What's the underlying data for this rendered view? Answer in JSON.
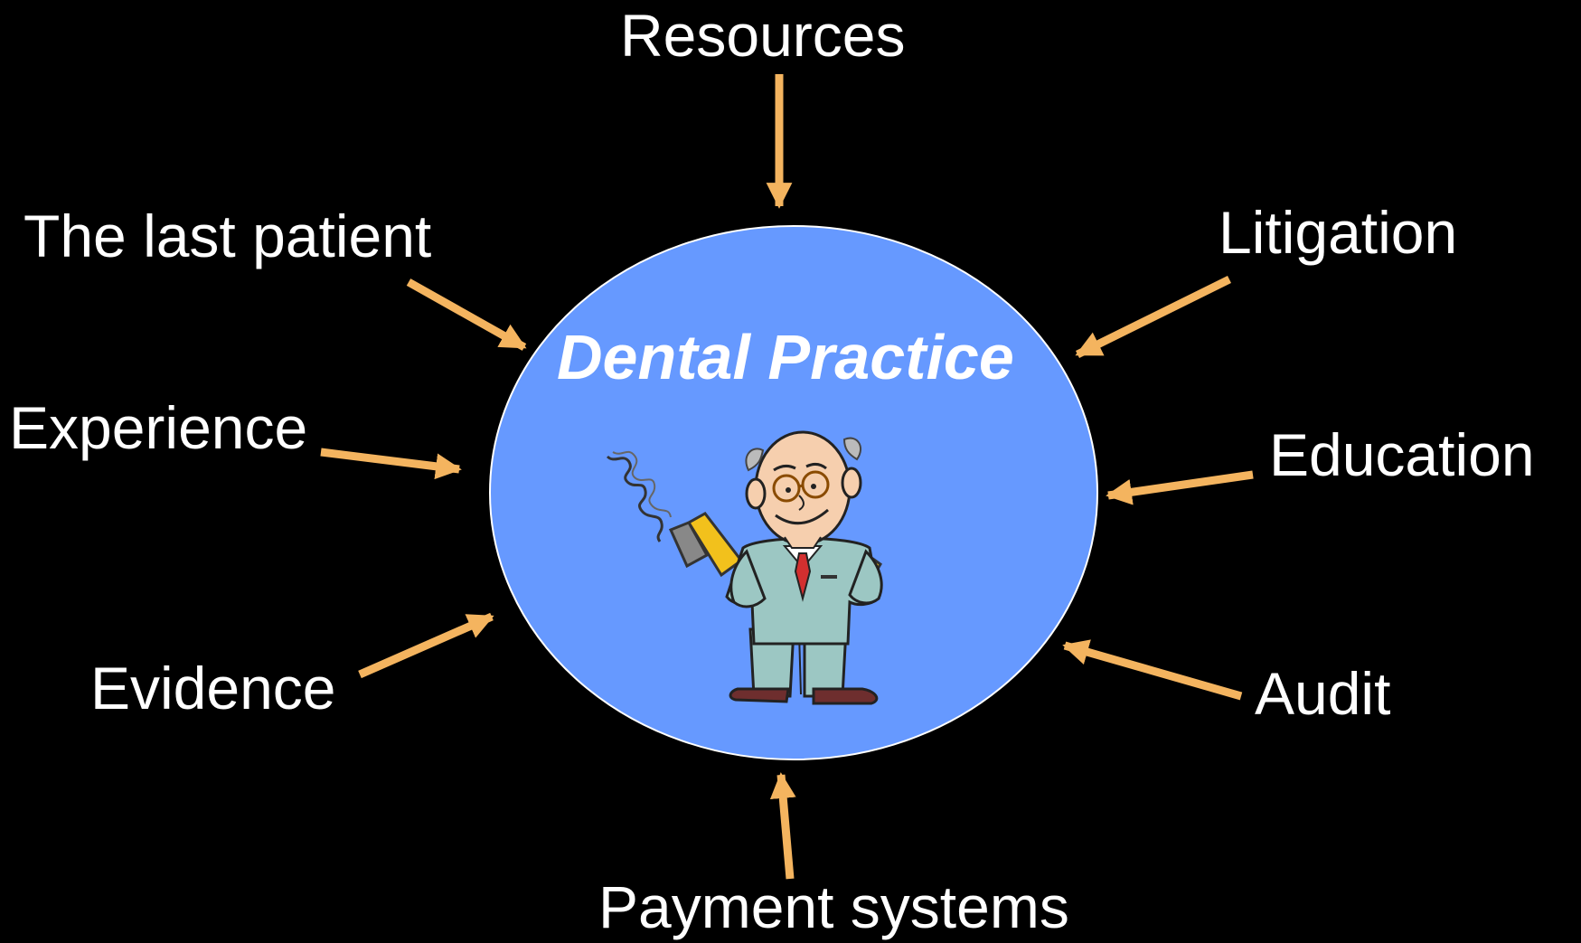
{
  "diagram": {
    "center": {
      "title": "Dental Practice",
      "illustration_icon": "dentist-with-drill-icon"
    },
    "influences": [
      {
        "id": "resources",
        "label": "Resources"
      },
      {
        "id": "the-last-patient",
        "label": "The last patient"
      },
      {
        "id": "litigation",
        "label": "Litigation"
      },
      {
        "id": "experience",
        "label": "Experience"
      },
      {
        "id": "education",
        "label": "Education"
      },
      {
        "id": "evidence",
        "label": "Evidence"
      },
      {
        "id": "audit",
        "label": "Audit"
      },
      {
        "id": "payment-systems",
        "label": "Payment systems"
      }
    ],
    "colors": {
      "background": "#000000",
      "circle_fill": "#6699FF",
      "circle_stroke": "#FFFFFF",
      "arrow": "#F4B45F",
      "text": "#FFFFFF"
    }
  }
}
